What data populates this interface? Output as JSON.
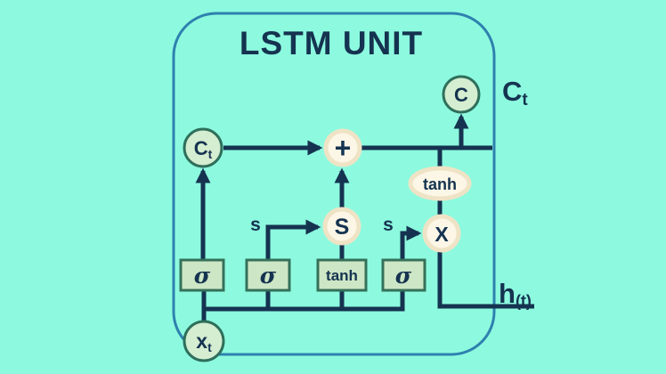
{
  "title": "LSTM UNIT",
  "colors": {
    "background": "#8DFADF",
    "border_blue": "#2E81AF",
    "line_navy": "#153350",
    "node_green_fill": "#D5EDD0",
    "node_green_stroke": "#2F6F5B",
    "node_cream_fill": "#FCF6E6",
    "node_cream_stroke": "#EFE3C6",
    "box_green_fill": "#CDE6C5",
    "box_green_stroke": "#35715A"
  },
  "nodes": {
    "cell_state_prev": {
      "main": "C",
      "sub": "t"
    },
    "add": "+",
    "s_gate": "S",
    "multiply": "X",
    "tanh_activation": "tanh",
    "cell_state_out": "C",
    "input": {
      "main": "x",
      "sub": "t"
    }
  },
  "gates": [
    {
      "label": "σ"
    },
    {
      "label": "σ"
    },
    {
      "label": "tanh"
    },
    {
      "label": "σ"
    }
  ],
  "wire_labels": {
    "s1": "s",
    "s2": "s"
  },
  "external_labels": {
    "cell_state": {
      "main": "C",
      "sub": "t"
    },
    "hidden_state": {
      "main": "h",
      "sub": "(t)"
    }
  }
}
